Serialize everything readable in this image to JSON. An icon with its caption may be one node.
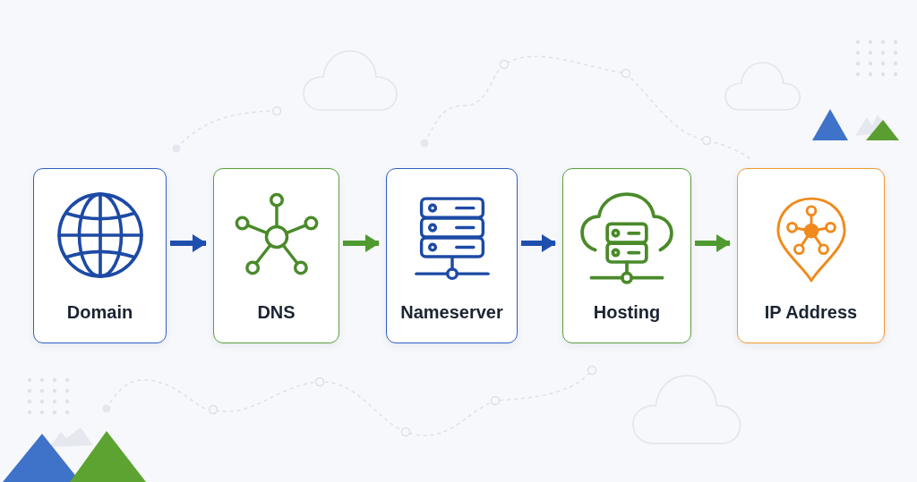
{
  "diagram": {
    "nodes": [
      {
        "text": [
          "Domain"
        ]
      },
      {
        "text": [
          "DNS"
        ]
      },
      {
        "text": [
          "Nameserver"
        ]
      },
      {
        "text": [
          "Hosting"
        ]
      },
      {
        "text": [
          "IP Address"
        ]
      }
    ],
    "edges": [
      {
        "from": 0,
        "to": 1,
        "arrow": "to",
        "color": "#1f4fae"
      },
      {
        "from": 1,
        "to": 2,
        "arrow": "to",
        "color": "#4f9a2f"
      },
      {
        "from": 2,
        "to": 3,
        "arrow": "to",
        "color": "#1f4fae"
      },
      {
        "from": 3,
        "to": 4,
        "arrow": "to",
        "color": "#4f9a2f"
      }
    ]
  }
}
